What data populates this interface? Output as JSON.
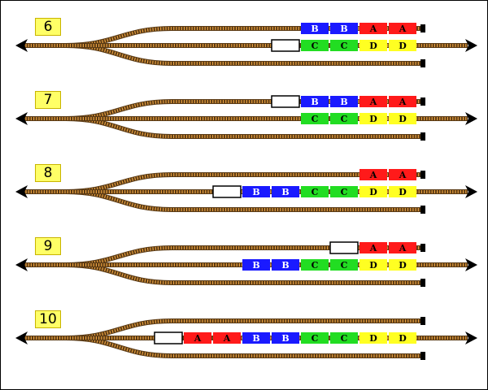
{
  "puzzle": {
    "steps": [
      {
        "number": "6",
        "tracks": {
          "upper": [
            "B",
            "B",
            "A",
            "A"
          ],
          "main": [
            "engine",
            "C",
            "C",
            "D",
            "D"
          ],
          "lower": []
        }
      },
      {
        "number": "7",
        "tracks": {
          "upper": [
            "engine",
            "B",
            "B",
            "A",
            "A"
          ],
          "main": [
            "C",
            "C",
            "D",
            "D"
          ],
          "lower": []
        }
      },
      {
        "number": "8",
        "tracks": {
          "upper": [
            "A",
            "A"
          ],
          "main": [
            "engine",
            "B",
            "B",
            "C",
            "C",
            "D",
            "D"
          ],
          "lower": []
        }
      },
      {
        "number": "9",
        "tracks": {
          "upper": [
            "engine",
            "A",
            "A"
          ],
          "main": [
            "B",
            "B",
            "C",
            "C",
            "D",
            "D"
          ],
          "lower": []
        }
      },
      {
        "number": "10",
        "tracks": {
          "upper": [],
          "main": [
            "engine",
            "A",
            "A",
            "B",
            "B",
            "C",
            "C",
            "D",
            "D"
          ],
          "lower": []
        }
      }
    ],
    "car_colors": {
      "A": "#ff1a1a",
      "B": "#1a1aff",
      "C": "#22dd22",
      "D": "#ffff22",
      "engine": "#ffffff"
    },
    "label_colors": {
      "A": "#000000",
      "B": "#ffffff",
      "C": "#000000",
      "D": "#000000"
    },
    "track_colors": {
      "rail": "#5a3a14",
      "tie": "#e8a040"
    }
  }
}
